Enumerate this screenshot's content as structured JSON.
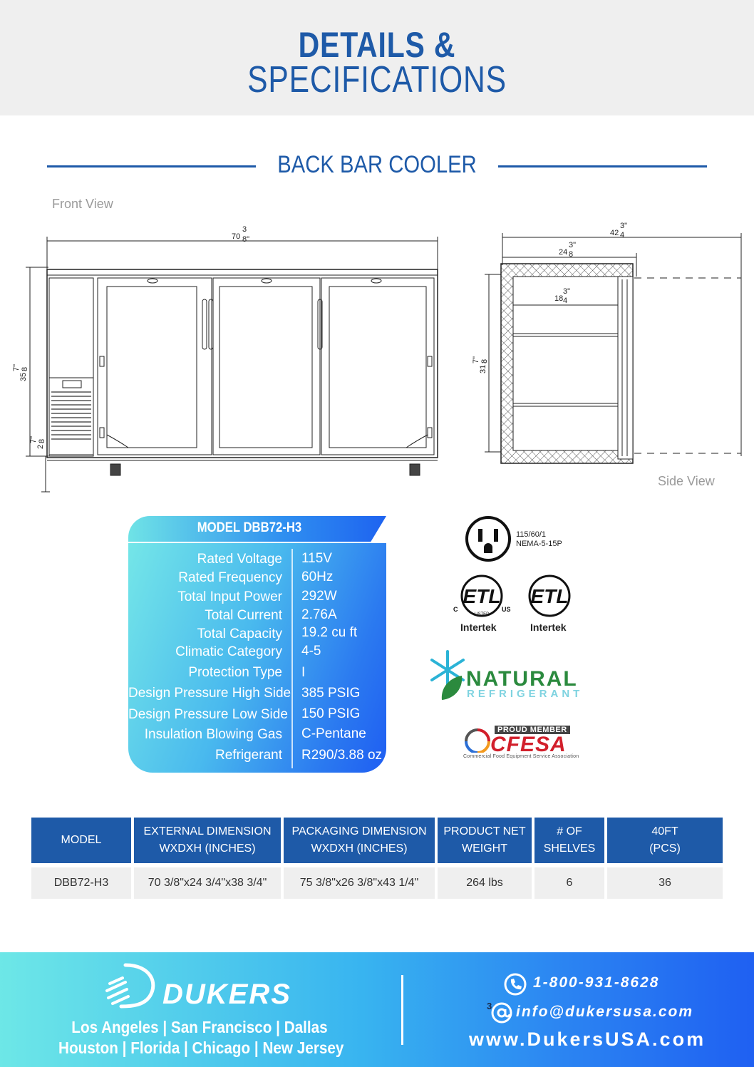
{
  "header": {
    "title_line1": "DETAILS &",
    "title_line2": "SPECIFICATIONS"
  },
  "section": {
    "title": "BACK BAR COOLER"
  },
  "drawing": {
    "front_label": "Front View",
    "side_label": "Side View",
    "front_dims": {
      "width_whole": "70",
      "width_num": "3",
      "width_den": "8\"",
      "height_whole": "35",
      "height_num": "7\"",
      "height_den": "8",
      "base_whole": "2",
      "base_num": "7\"",
      "base_den": "8"
    },
    "side_dims": {
      "depth_total_whole": "42",
      "depth_total_num": "3\"",
      "depth_total_den": "4",
      "depth_whole": "24",
      "depth_num": "3\"",
      "depth_den": "8",
      "shelf_whole": "18",
      "shelf_num": "3\"",
      "shelf_den": "4",
      "height_whole": "31",
      "height_num": "7\"",
      "height_den": "8"
    }
  },
  "specs": {
    "model_heading": "MODEL DBB72-H3",
    "rows": [
      {
        "label": "Rated  Voltage",
        "value": "115V"
      },
      {
        "label": "Rated  Frequency",
        "value": "60Hz"
      },
      {
        "label": "Total Input Power",
        "value": "292W"
      },
      {
        "label": "Total Current",
        "value": "2.76A"
      },
      {
        "label": "Total Capacity",
        "value": "19.2 cu ft"
      },
      {
        "label": "Climatic Category",
        "value": "4-5"
      },
      {
        "label": "Protection Type",
        "value": "I"
      },
      {
        "label": "Design Pressure High Side",
        "value": "385 PSIG"
      },
      {
        "label": "Design Pressure Low Side",
        "value": "150 PSIG"
      },
      {
        "label": "Insulation Blowing Gas",
        "value": "C-Pentane"
      },
      {
        "label": "Refrigerant",
        "value": "R290/3.88 oz"
      }
    ]
  },
  "certifications": {
    "plug_line1": "115/60/1",
    "plug_line2": "NEMA-5-15P",
    "etl_text": "ETL",
    "etl_c": "C",
    "etl_us": "US",
    "etl_listed": "LISTED",
    "intertek_1": "Intertek",
    "intertek_2": "Intertek",
    "natural": "NATURAL",
    "refrigerant": "REFRIGERANT",
    "proud_member": "PROUD MEMBER",
    "cfesa": "CFESA",
    "cfesa_sub": "Commercial Food Equipment Service Association"
  },
  "dimension_table": {
    "headers": [
      {
        "line1": "MODEL",
        "line2": ""
      },
      {
        "line1": "EXTERNAL DIMENSION",
        "line2": "WXDXH (INCHES)"
      },
      {
        "line1": "PACKAGING DIMENSION",
        "line2": "WXDXH (INCHES)"
      },
      {
        "line1": "PRODUCT NET",
        "line2": "WEIGHT"
      },
      {
        "line1": "# OF",
        "line2": "SHELVES"
      },
      {
        "line1": "40FT",
        "line2": "(PCS)"
      }
    ],
    "row": [
      "DBB72-H3",
      "70 3/8\"x24 3/4\"x38 3/4\"",
      "75 3/8\"x26 3/8\"x43 1/4\"",
      "264 lbs",
      "6",
      "36"
    ]
  },
  "footer": {
    "brand": "DUKERS",
    "cities_line1": "Los Angeles | San Francisco | Dallas",
    "cities_line2": "Houston | Florida | Chicago | New Jersey",
    "phone": "1-800-931-8628",
    "email": "info@dukersusa.com",
    "website": "www.DukersUSA.com",
    "page_number": "3"
  },
  "colors": {
    "brand_blue": "#1e5aa8",
    "gradient_start": "#6de7e7",
    "gradient_end": "#1f60f2"
  }
}
